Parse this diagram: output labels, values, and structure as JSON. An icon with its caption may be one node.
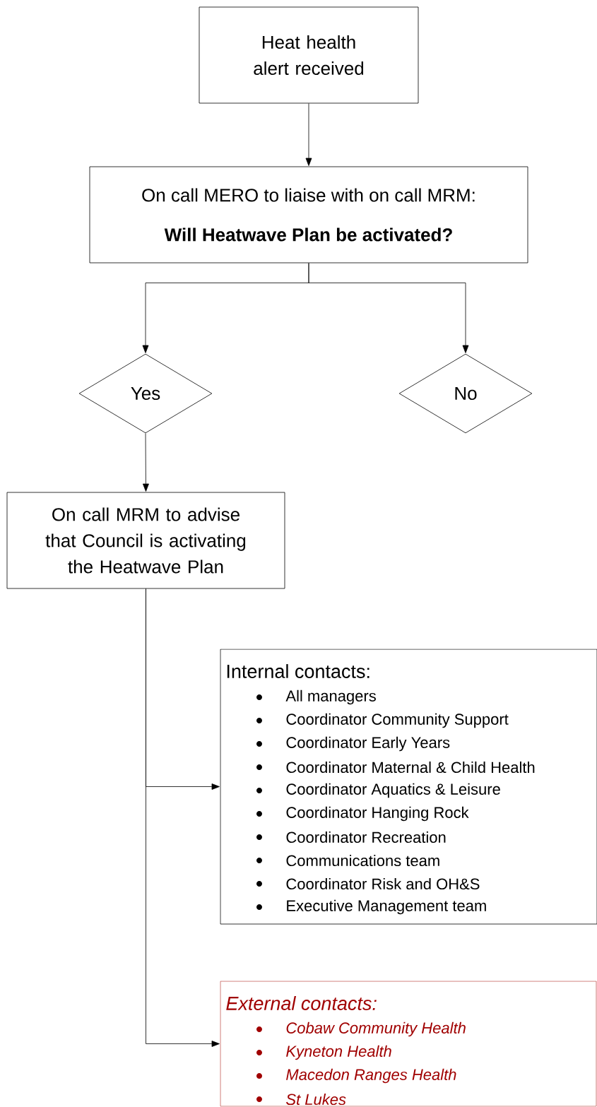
{
  "diagram": {
    "nodes": [
      {
        "text": [
          "Heat health alert received"
        ]
      },
      {
        "text": [
          "On call MERO to liaise with on call MRM:",
          "Will Heatwave Plan be activated?"
        ]
      },
      {
        "text": [
          "Yes"
        ]
      },
      {
        "text": [
          "No"
        ]
      },
      {
        "text": [
          "On call MRM to advise that Council is activating the Heatwave Plan"
        ]
      },
      {
        "text": [
          "Internal contacts:",
          "All managers",
          "Coordinator Community Support",
          "Coordinator Early Years",
          "Coordinator Maternal & Child Health",
          "Coordinator Aquatics & Leisure",
          "Coordinator Hanging Rock",
          "Coordinator Recreation",
          "Communications team",
          "Coordinator Risk and OH&S",
          "Executive Management team"
        ]
      },
      {
        "text": [
          "External contacts:",
          "Cobaw Community Health",
          "Kyneton Health",
          "Macedon Ranges Health",
          "St Lukes"
        ]
      }
    ],
    "edges": [
      {
        "from": 0,
        "to": 1,
        "arrow": "to"
      },
      {
        "from": 1,
        "to": 2,
        "arrow": "to"
      },
      {
        "from": 1,
        "to": 3,
        "arrow": "to"
      },
      {
        "from": 2,
        "to": 4,
        "arrow": "to"
      },
      {
        "from": 4,
        "to": 5,
        "arrow": "to"
      },
      {
        "from": 4,
        "to": 6,
        "arrow": "to"
      }
    ]
  }
}
